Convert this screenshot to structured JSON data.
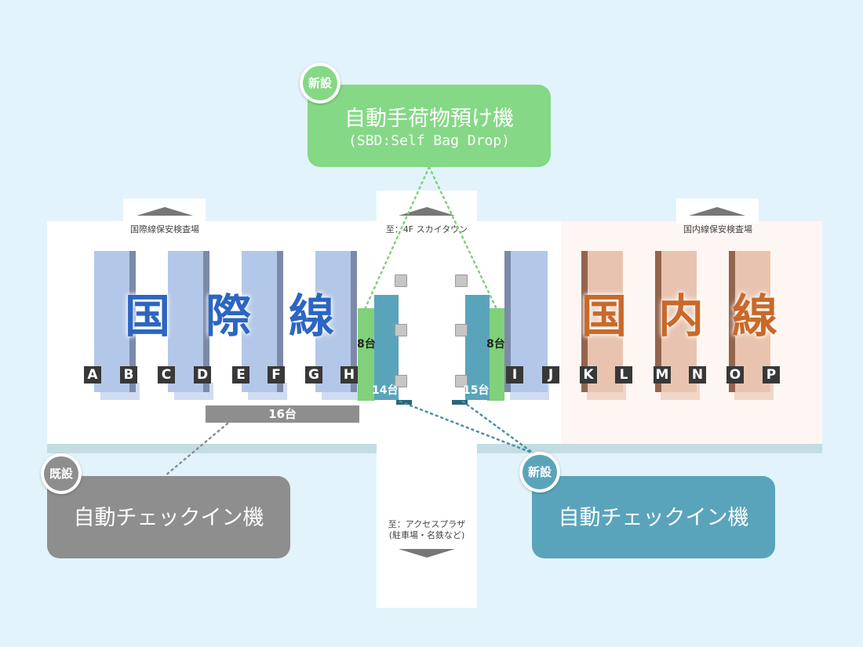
{
  "security": {
    "international": "国際線保安検査場",
    "skytown": "至：4F スカイタウン",
    "domestic": "国内線保安検査場"
  },
  "access": {
    "line1": "至：アクセスプラザ",
    "line2": "(駐車場・名鉄など)"
  },
  "zones": {
    "international": [
      "国",
      "際",
      "線"
    ],
    "domestic": [
      "国",
      "内",
      "線"
    ]
  },
  "counters": [
    "A",
    "B",
    "C",
    "D",
    "E",
    "F",
    "G",
    "H",
    "I",
    "J",
    "K",
    "L",
    "M",
    "N",
    "O",
    "P"
  ],
  "machine_counts": {
    "existing_checkin": "16台",
    "sbd_left": "8台",
    "sbd_right": "8台",
    "new_checkin_left": "14台",
    "new_checkin_right": "15台"
  },
  "callouts": {
    "sbd": {
      "badge": "新設",
      "title": "自動手荷物預け機",
      "subtitle": "(SBD:Self Bag Drop)"
    },
    "existing": {
      "badge": "既設",
      "title": "自動チェックイン機"
    },
    "new": {
      "badge": "新設",
      "title": "自動チェックイン機"
    }
  },
  "colors": {
    "background": "#e2f3fb",
    "international": "#2c66c2",
    "domestic": "#c9692a",
    "sbd_green": "#85d886",
    "checkin_teal": "#5aa4bb",
    "existing_gray": "#8e8e8e"
  }
}
